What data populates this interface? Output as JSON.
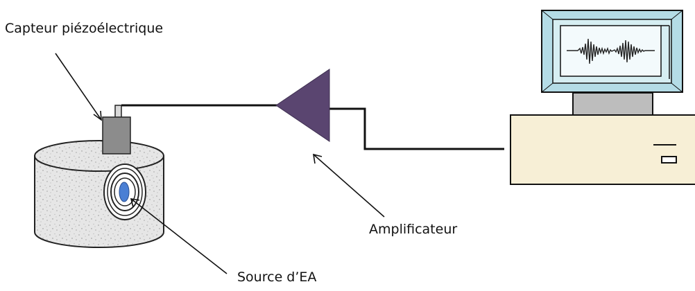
{
  "labels": {
    "sensor": "Capteur piézoélectrique",
    "amplifier": "Amplificateur",
    "source": "Source d’EA"
  },
  "colors": {
    "amplifier": "#5a4570",
    "source_ellipse": "#4a7fd4",
    "monitor_frame": "#b4dce6",
    "monitor_bezel": "#d6eef2",
    "pc_case": "#f7efd6",
    "sensor_body": "#8c8c8c",
    "stand": "#bdbdbd",
    "specimen": "#e0e0e0"
  },
  "icons": {
    "amplifier": "triangle-amplifier-icon",
    "computer": "desktop-computer-icon",
    "sensor": "piezo-sensor-icon",
    "specimen": "cylinder-specimen-icon"
  }
}
